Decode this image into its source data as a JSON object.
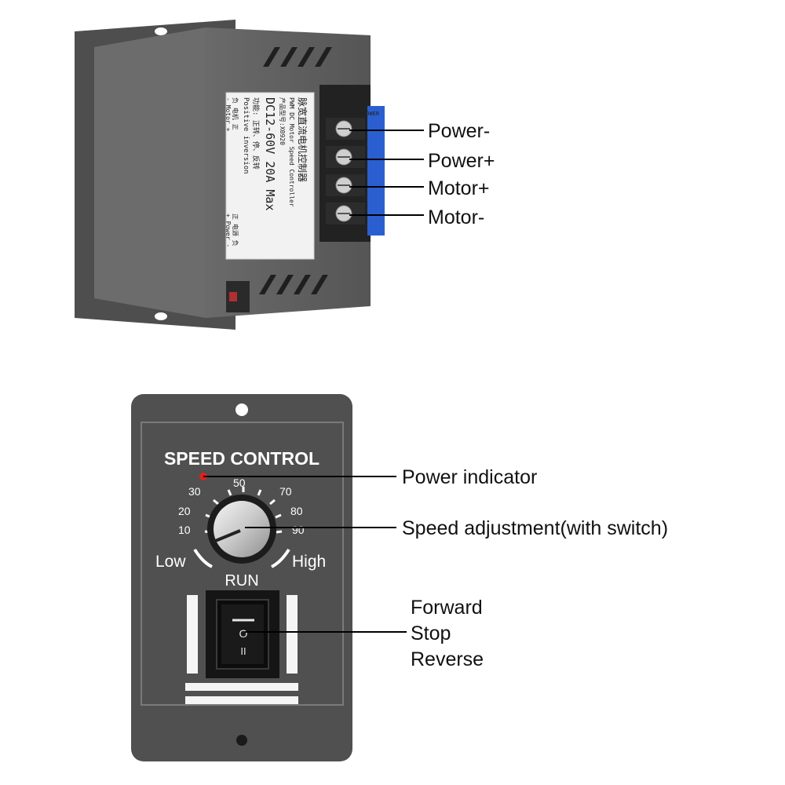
{
  "colors": {
    "housing": "#5f5f5f",
    "housing_dark": "#3f3f3f",
    "panel": "#505050",
    "panel_border": "#8a8a8a",
    "indicator": "#e02020",
    "label_bg": "#f2f2f2",
    "terminal_pcb": "#2b5fd0"
  },
  "top_unit": {
    "label": {
      "line1": "脉宽直流电机控制器",
      "line2": "PWM DC Motor Speed Controller",
      "model": "产品型号:X0920",
      "rating": "DC12-60V 20A Max",
      "func_cn": "功能: 正转、停、反转",
      "func_en": "Positive inversion",
      "power_tag": "+ Power -",
      "power_tag_cn": "正 电源 负",
      "motor_tag": "- Motor +",
      "motor_tag_cn": "负 电机 正"
    },
    "pcb_text": "POWER",
    "callouts": [
      "Power-",
      "Power+",
      "Motor+",
      "Motor-"
    ]
  },
  "bottom_unit": {
    "title": "SPEED CONTROL",
    "scale": [
      "10",
      "20",
      "30",
      "50",
      "70",
      "80",
      "90"
    ],
    "low": "Low",
    "high": "High",
    "run": "RUN",
    "switch_symbols": [
      "O",
      "II"
    ],
    "callouts": {
      "power_indicator": "Power indicator",
      "speed_adjustment": "Speed adjustment(with switch)",
      "forward": "Forward",
      "stop": "Stop",
      "reverse": "Reverse"
    }
  }
}
